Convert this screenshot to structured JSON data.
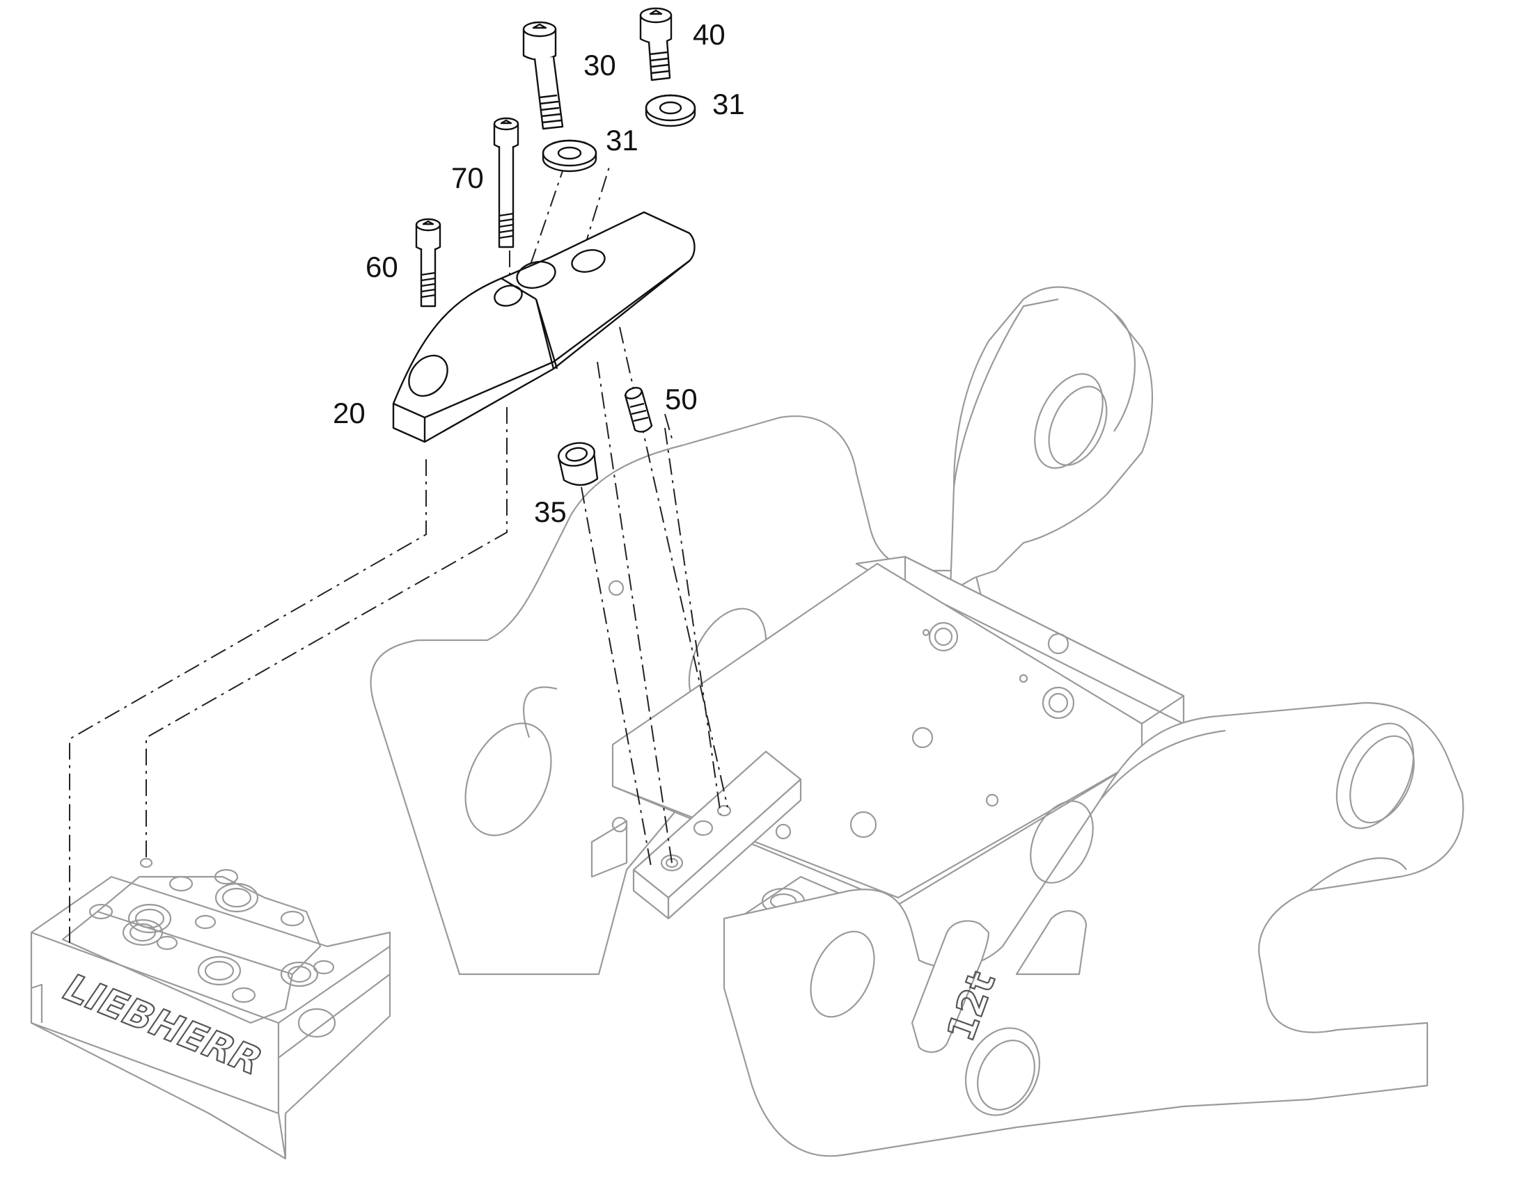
{
  "diagram": {
    "callouts": {
      "c20": "20",
      "c30": "30",
      "c31a": "31",
      "c31b": "31",
      "c35": "35",
      "c40": "40",
      "c50": "50",
      "c60": "60",
      "c70": "70"
    },
    "markings": {
      "valve_brand": "LIEBHERR",
      "coupler_rating": "12t"
    }
  }
}
